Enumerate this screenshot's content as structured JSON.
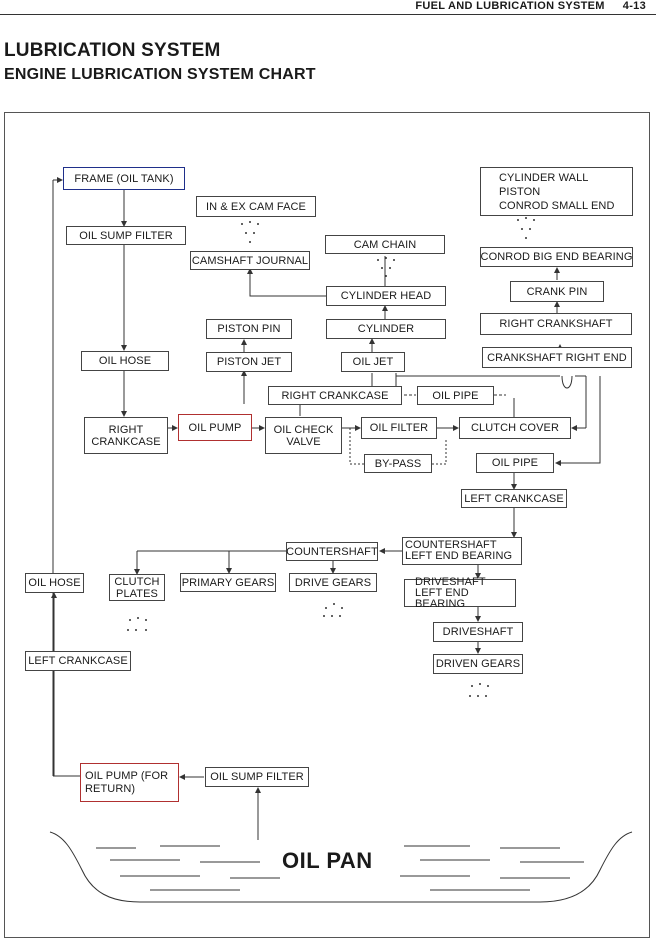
{
  "header": {
    "section": "FUEL AND LUBRICATION SYSTEM",
    "page": "4-13"
  },
  "titles": {
    "main": "LUBRICATION SYSTEM",
    "sub": "ENGINE LUBRICATION SYSTEM CHART"
  },
  "nodes": {
    "frame_oil_tank": "FRAME (OIL TANK)",
    "oil_sump_filter_top": "OIL SUMP FILTER",
    "oil_hose_top": "OIL HOSE",
    "right_crankcase_left": "RIGHT CRANKCASE",
    "oil_pump": "OIL PUMP",
    "oil_check_valve": "OIL CHECK VALVE",
    "oil_filter": "OIL FILTER",
    "clutch_cover": "CLUTCH COVER",
    "by_pass": "BY-PASS",
    "in_ex_cam_face": "IN & EX CAM FACE",
    "camshaft_journal": "CAMSHAFT JOURNAL",
    "cam_chain": "CAM CHAIN",
    "cylinder_head": "CYLINDER HEAD",
    "piston_pin": "PISTON PIN",
    "piston_jet": "PISTON JET",
    "cylinder": "CYLINDER",
    "oil_jet": "OIL JET",
    "right_crankcase_mid": "RIGHT CRANKCASE",
    "oil_pipe_mid": "OIL PIPE",
    "cylinder_wall": "CYLINDER WALL",
    "piston": "PISTON",
    "conrod_small_end": "CONROD SMALL END",
    "conrod_big_end_bearing": "CONROD BIG END BEARING",
    "crank_pin": "CRANK PIN",
    "right_crankshaft": "RIGHT CRANKSHAFT",
    "crankshaft_right_end": "CRANKSHAFT RIGHT END",
    "oil_pipe_right": "OIL PIPE",
    "left_crankcase_top": "LEFT CRANKCASE",
    "countershaft_left_end_bearing": "COUNTERSHAFT LEFT END BEARING",
    "countershaft": "COUNTERSHAFT",
    "clutch_plates": "CLUTCH PLATES",
    "primary_gears": "PRIMARY GEARS",
    "drive_gears": "DRIVE GEARS",
    "driveshaft_left_end_bearing": "DRIVESHAFT LEFT END BEARING",
    "driveshaft": "DRIVESHAFT",
    "driven_gears": "DRIVEN GEARS",
    "oil_hose_left": "OIL HOSE",
    "left_crankcase_left": "LEFT CRANKCASE",
    "oil_pump_return": "OIL PUMP (FOR RETURN)",
    "oil_sump_filter_bottom": "OIL SUMP FILTER",
    "oil_pan": "OIL PAN"
  },
  "colors": {
    "highlight_red": "#b03030",
    "highlight_blue": "#1f2f8a",
    "line": "#333333"
  }
}
